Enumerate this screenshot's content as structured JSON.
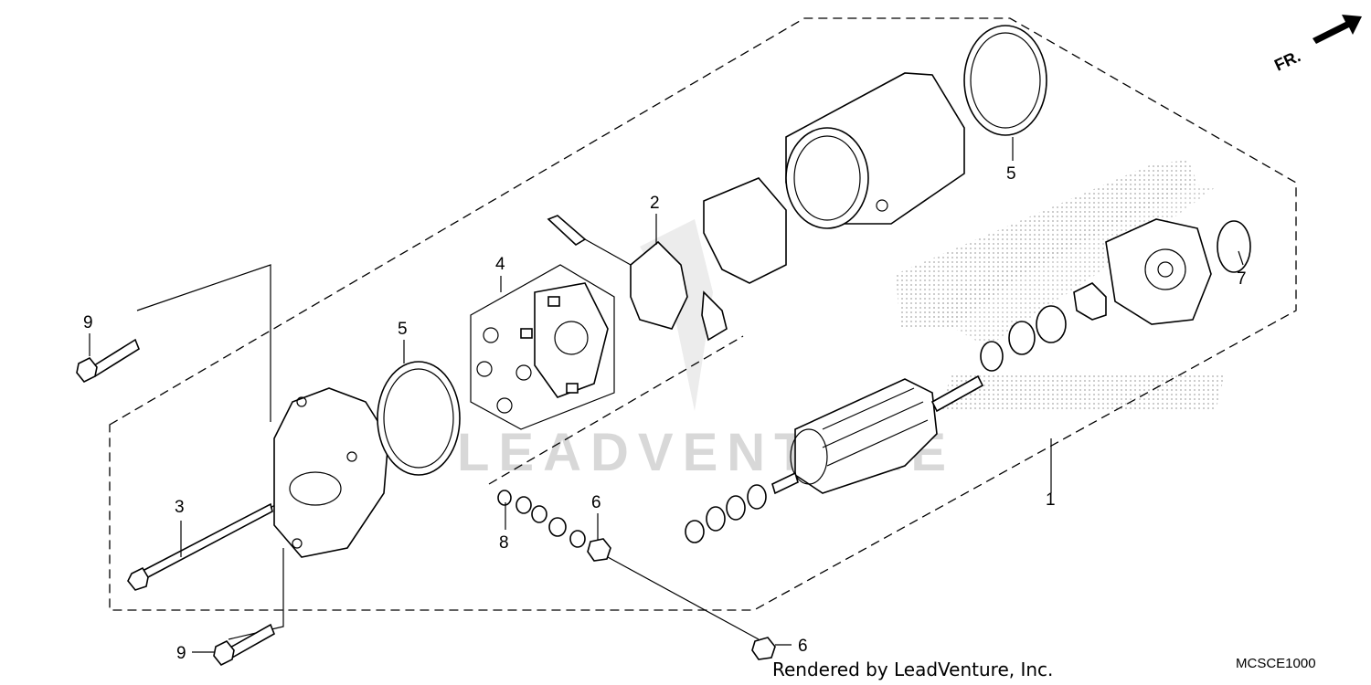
{
  "direction_marker": {
    "label": "FR."
  },
  "callouts": {
    "c1": "1",
    "c2": "2",
    "c3": "3",
    "c4": "4",
    "c5a": "5",
    "c5b": "5",
    "c6a": "6",
    "c6b": "6",
    "c7": "7",
    "c8": "8",
    "c9a": "9",
    "c9b": "9"
  },
  "watermark": {
    "text": "LEADVENTURE"
  },
  "footer": {
    "credit": "Rendered by LeadVenture, Inc.",
    "code": "MCSCE1000"
  },
  "colors": {
    "line": "#000000",
    "watermark": "#d8d8d8",
    "background": "#ffffff"
  }
}
